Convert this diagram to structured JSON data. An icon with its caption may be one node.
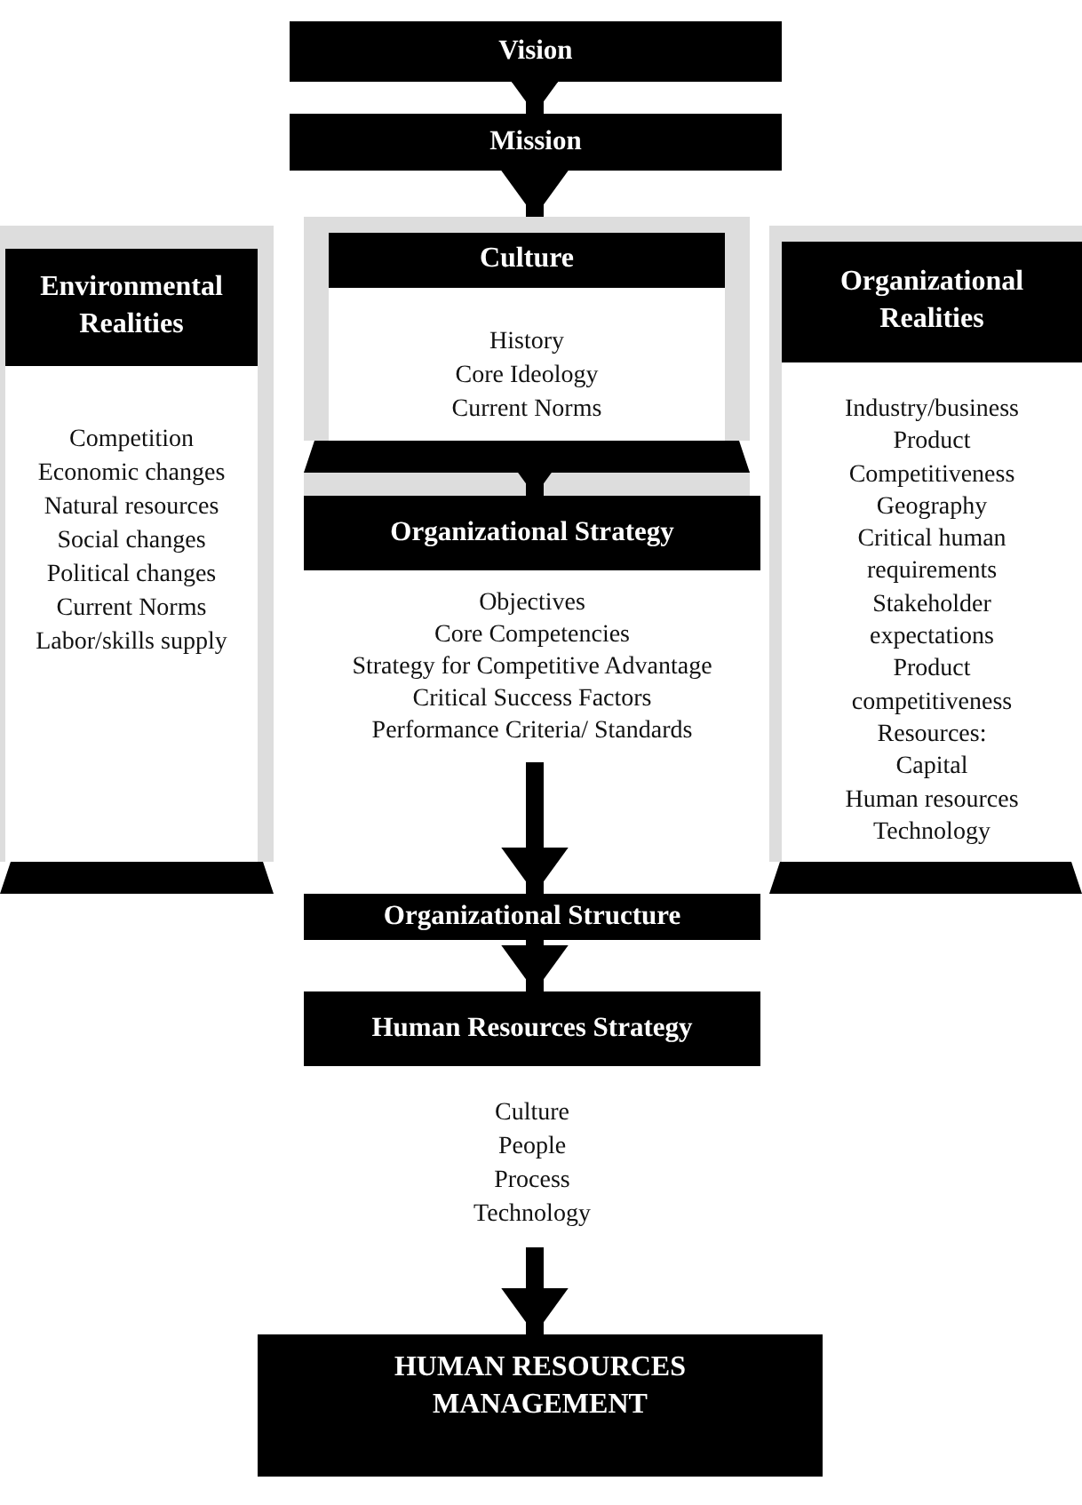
{
  "diagram": {
    "nodes": [
      {
        "text": [
          "Vision"
        ]
      },
      {
        "text": [
          "Mission"
        ]
      },
      {
        "text": [
          "Environmental Realities",
          "Competition",
          "Economic changes",
          "Natural resources",
          "Social changes",
          "Political changes",
          "Current Norms",
          "Labor/skills supply"
        ]
      },
      {
        "text": [
          "Culture",
          "History",
          "Core Ideology",
          "Current Norms"
        ]
      },
      {
        "text": [
          "Organizational Strategy",
          "Objectives",
          "Core Competencies",
          "Strategy for Competitive Advantage",
          "Critical Success Factors",
          "Performance Criteria/ Standards"
        ]
      },
      {
        "text": [
          "Organizational Realities",
          "Industry/business",
          "Product",
          "Competitiveness",
          "Geography",
          "Critical human requirements",
          "Stakeholder expectations",
          "Product competitiveness",
          "Resources:",
          "Capital",
          "Human resources",
          "Technology"
        ]
      },
      {
        "text": [
          "Organizational Structure"
        ]
      },
      {
        "text": [
          "Human Resources Strategy",
          "Culture",
          "People",
          "Process",
          "Technology"
        ]
      },
      {
        "text": [
          "HUMAN RESOURCES MANAGEMENT"
        ]
      }
    ],
    "edges": [
      {
        "from": 0,
        "to": 1,
        "arrow": "to"
      },
      {
        "from": 1,
        "to": 3,
        "arrow": "to"
      },
      {
        "from": 3,
        "to": 4,
        "arrow": "to"
      },
      {
        "from": 4,
        "to": 6,
        "arrow": "to"
      },
      {
        "from": 6,
        "to": 7,
        "arrow": "to"
      },
      {
        "from": 7,
        "to": 8,
        "arrow": "to"
      }
    ]
  }
}
